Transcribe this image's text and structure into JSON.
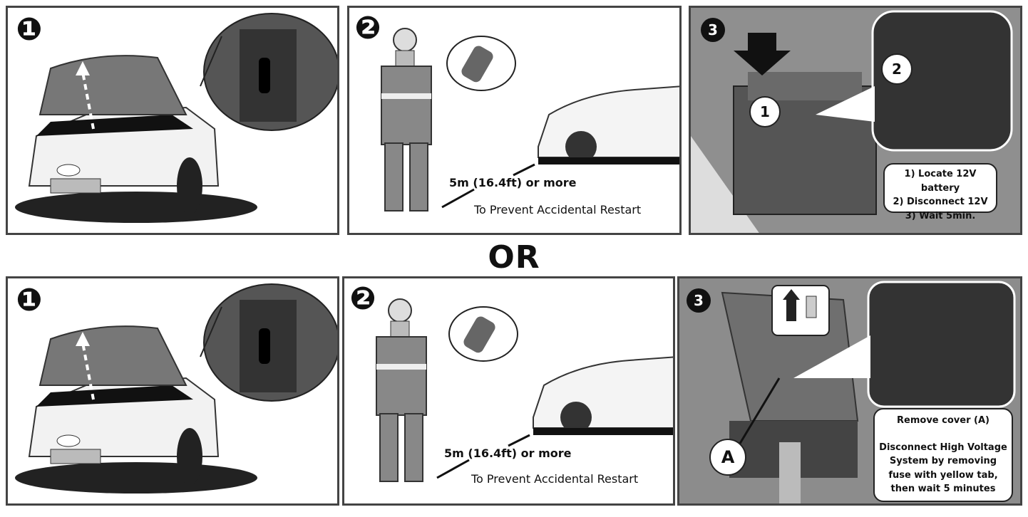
{
  "divider": {
    "or_text": "OR"
  },
  "top": {
    "panel1": {
      "step": "❶"
    },
    "panel2": {
      "step": "❷",
      "distance": "5m (16.4ft) or more",
      "note": "To Prevent Accidental Restart"
    },
    "panel3": {
      "step": "3",
      "label1": "1",
      "label2": "2",
      "instructions": [
        "1) Locate 12V battery",
        "2) Disconnect 12V",
        "3) Wait 5min."
      ]
    }
  },
  "bottom": {
    "panel1": {
      "step": "❶"
    },
    "panel2": {
      "step": "❷",
      "distance": "5m (16.4ft) or more",
      "note": "To Prevent Accidental Restart"
    },
    "panel3": {
      "step": "3",
      "label_a": "A",
      "cover_text": "Remove cover (A)",
      "disconnect_text": "Disconnect High Voltage System by removing fuse with yellow tab, then wait 5 minutes"
    }
  }
}
